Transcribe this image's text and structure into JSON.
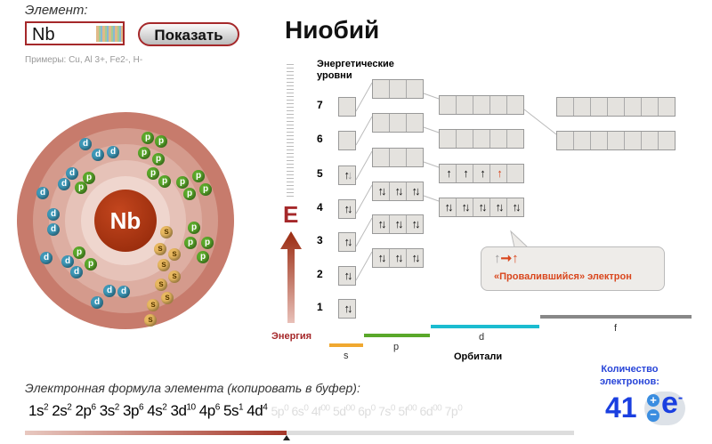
{
  "input": {
    "label": "Элемент:",
    "value": "Nb",
    "button": "Показать",
    "examples": "Примеры: Cu, Al 3+, Fe2-, H-"
  },
  "element": {
    "name": "Ниобий",
    "symbol": "Nb"
  },
  "atom": {
    "electrons": [
      "d",
      "d",
      "d",
      "d",
      "d",
      "d",
      "d",
      "d",
      "d",
      "d",
      "d",
      "d",
      "d",
      "d",
      "p",
      "p",
      "p",
      "p",
      "p",
      "p",
      "p",
      "p",
      "p",
      "p",
      "p",
      "p",
      "p",
      "p",
      "p",
      "p",
      "p",
      "p",
      "s",
      "s",
      "s",
      "s",
      "s",
      "s",
      "s",
      "s",
      "s"
    ]
  },
  "diagram": {
    "heading1": "Энергетические",
    "heading2": "уровни",
    "levels": [
      "1",
      "2",
      "3",
      "4",
      "5",
      "6",
      "7"
    ],
    "energy_letter": "E",
    "energy_label": "Энергия",
    "orbitals": {
      "1s": [
        "ud"
      ],
      "2s": [
        "ud"
      ],
      "3s": [
        "ud"
      ],
      "4s": [
        "ud"
      ],
      "5s": [
        "ug"
      ],
      "6s": [
        ""
      ],
      "7s": [
        ""
      ],
      "2p": [
        "ud",
        "ud",
        "ud"
      ],
      "3p": [
        "ud",
        "ud",
        "ud"
      ],
      "4p": [
        "ud",
        "ud",
        "ud"
      ],
      "5p": [
        "",
        "",
        ""
      ],
      "6p": [
        "",
        "",
        ""
      ],
      "7p": [
        "",
        "",
        ""
      ],
      "3d": [
        "ud",
        "ud",
        "ud",
        "ud",
        "ud"
      ],
      "4d": [
        "u",
        "u",
        "u",
        "ur",
        ""
      ],
      "5d": [
        "",
        "",
        "",
        "",
        ""
      ],
      "6d": [
        "",
        "",
        "",
        "",
        ""
      ],
      "4f": [
        "",
        "",
        "",
        "",
        "",
        "",
        ""
      ],
      "5f": [
        "",
        "",
        "",
        "",
        "",
        "",
        ""
      ]
    },
    "orbital_labels": {
      "s": "s",
      "p": "p",
      "d": "d",
      "f": "f",
      "title": "Орбитали"
    },
    "legend": "«Провалившийся» электрон"
  },
  "formula": {
    "label": "Электронная формула элемента (копировать в буфер):",
    "filled": [
      [
        "1s",
        "2"
      ],
      [
        "2s",
        "2"
      ],
      [
        "2p",
        "6"
      ],
      [
        "3s",
        "2"
      ],
      [
        "3p",
        "6"
      ],
      [
        "4s",
        "2"
      ],
      [
        "3d",
        "10"
      ],
      [
        "4p",
        "6"
      ],
      [
        "5s",
        "1"
      ],
      [
        "4d",
        "4"
      ]
    ],
    "empty": [
      [
        "5p",
        "0"
      ],
      [
        "6s",
        "0"
      ],
      [
        "4f",
        "00"
      ],
      [
        "5d",
        "00"
      ],
      [
        "6p",
        "0"
      ],
      [
        "7s",
        "0"
      ],
      [
        "5f",
        "00"
      ],
      [
        "6d",
        "00"
      ],
      [
        "7p",
        "0"
      ]
    ],
    "progress": 0.477
  },
  "count": {
    "label1": "Количество",
    "label2": "электронов:",
    "value": "41"
  },
  "colors": {
    "accent": "#a5282a",
    "s": "#f0a830",
    "p": "#5aa82a",
    "d": "#1bbcd0",
    "f": "#888888",
    "count": "#1a3fe0"
  }
}
